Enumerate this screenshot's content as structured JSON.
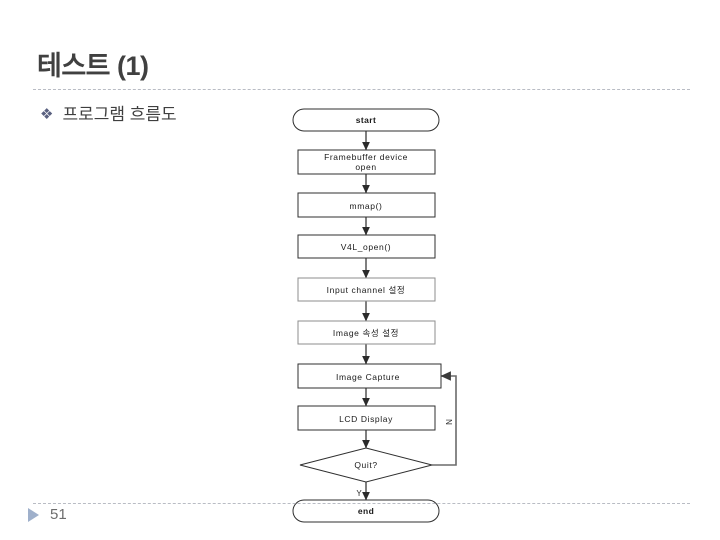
{
  "slide": {
    "title": "테스트 (1)",
    "page_number": "51",
    "bullet": {
      "icon": "diamond-cluster-bullet",
      "text": "프로그램 흐름도"
    },
    "accent_color": "#5a6180",
    "divider_color": "#b9bcc4",
    "footer_marker_color": "#9fb0cb"
  },
  "flowchart": {
    "type": "flowchart",
    "orientation": "top-to-bottom",
    "nodes": [
      {
        "id": "start",
        "shape": "terminator",
        "label": "start"
      },
      {
        "id": "fb_open",
        "shape": "process",
        "label_line1": "Framebuffer device",
        "label_line2": "open"
      },
      {
        "id": "mmap",
        "shape": "process",
        "label": "mmap()"
      },
      {
        "id": "v4l_open",
        "shape": "process",
        "label": "V4L_open()"
      },
      {
        "id": "input_ch",
        "shape": "process",
        "label": "Input channel 설정"
      },
      {
        "id": "img_attr",
        "shape": "process",
        "label": "Image 속성 설정"
      },
      {
        "id": "img_capture",
        "shape": "process",
        "label": "Image Capture"
      },
      {
        "id": "lcd_display",
        "shape": "process",
        "label": "LCD Display"
      },
      {
        "id": "quit",
        "shape": "decision",
        "label": "Quit?"
      },
      {
        "id": "end",
        "shape": "terminator",
        "label": "end"
      }
    ],
    "edges": [
      {
        "from": "start",
        "to": "fb_open",
        "label": ""
      },
      {
        "from": "fb_open",
        "to": "mmap",
        "label": ""
      },
      {
        "from": "mmap",
        "to": "v4l_open",
        "label": ""
      },
      {
        "from": "v4l_open",
        "to": "input_ch",
        "label": ""
      },
      {
        "from": "input_ch",
        "to": "img_attr",
        "label": ""
      },
      {
        "from": "img_attr",
        "to": "img_capture",
        "label": ""
      },
      {
        "from": "img_capture",
        "to": "lcd_display",
        "label": ""
      },
      {
        "from": "lcd_display",
        "to": "quit",
        "label": ""
      },
      {
        "from": "quit",
        "to": "end",
        "label": "Y"
      },
      {
        "from": "quit",
        "to": "img_capture",
        "label": "N"
      }
    ],
    "edge_labels": {
      "yes": "Y",
      "no": "N"
    }
  }
}
